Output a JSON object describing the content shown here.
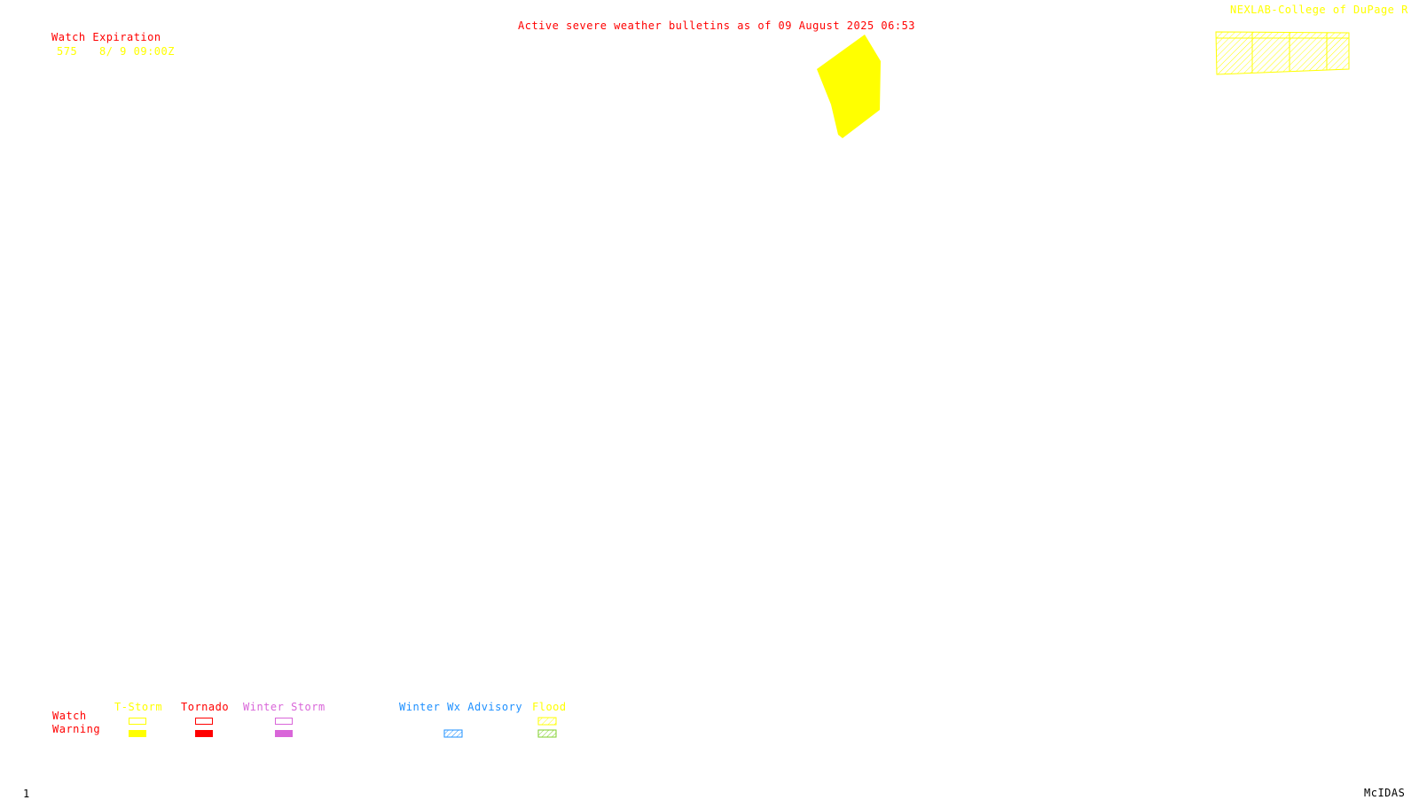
{
  "header": {
    "title": "Active severe weather bulletins as of 09 August 2025 06:53",
    "credit": "NEXLAB-College of DuPage R"
  },
  "watch_list": {
    "heading": "Watch Expiration",
    "entries": [
      {
        "number": "575",
        "expiration": "8/ 9 09:00Z"
      }
    ]
  },
  "legend": {
    "row_labels": {
      "watch": "Watch",
      "warning": "Warning"
    },
    "categories": [
      {
        "label": "T-Storm",
        "color": "#ffff00",
        "warning_style": "solid"
      },
      {
        "label": "Tornado",
        "color": "#ff0000",
        "warning_style": "solid"
      },
      {
        "label": "Winter Storm",
        "color": "#d966d9",
        "warning_style": "solid"
      },
      {
        "label": "Winter Wx Advisory",
        "color": "#1e90ff",
        "warning_style": "hatched"
      },
      {
        "label": "Flood",
        "color": "#ffff00",
        "warning_color": "#7fcf2a",
        "warning_style": "hatched"
      }
    ]
  },
  "footer": {
    "frame_number": "1",
    "software": "McIDAS"
  },
  "colors": {
    "text_red": "#ff0000",
    "tstorm_yellow": "#ffff00",
    "background": "#ffffff"
  }
}
